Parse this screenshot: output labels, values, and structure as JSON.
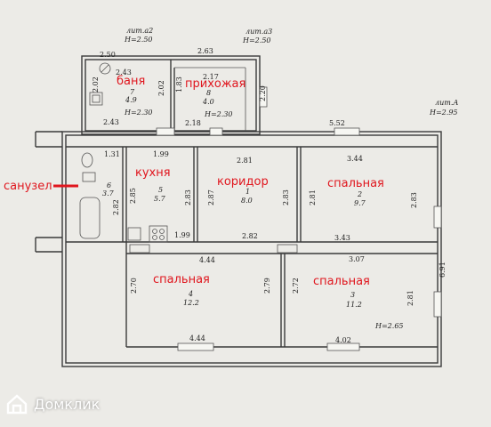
{
  "headers": {
    "lit_a2": "лит.а2",
    "h_a2": "H=2.50",
    "lit_a3": "лит.а3",
    "h_a3": "H=2.50",
    "lit_a": "лит.А",
    "h_a": "H=2.95"
  },
  "rooms": {
    "banya": "баня",
    "prihozhaya": "прихожая",
    "sanuzel": "санузел",
    "kuhnya": "кухня",
    "koridor": "коридор",
    "spalnaya_1": "спальная",
    "spalnaya_2": "спальная",
    "spalnaya_3": "спальная"
  },
  "room_numbers": {
    "r7": "7",
    "r7_area": "4.9",
    "r7_h": "H=2.30",
    "r8": "8",
    "r8_area": "4.0",
    "r8_h": "H=2.30",
    "r6": "6",
    "r6_area": "3.7",
    "r5": "5",
    "r5_area": "5.7",
    "r1": "1",
    "r1_area": "8.0",
    "r2": "2",
    "r2_area": "9.7",
    "r4": "4",
    "r4_area": "12.2",
    "r3": "3",
    "r3_area": "11.2",
    "r3_h": "H=2.65"
  },
  "dimensions": {
    "d_250": "2.50",
    "d_263": "2.63",
    "d_243a": "2.43",
    "d_217": "2.17",
    "d_202a": "2.02",
    "d_202b": "2.02",
    "d_183": "1.83",
    "d_220": "2.20",
    "d_243b": "2.43",
    "d_218": "2.18",
    "d_552": "5.52",
    "d_131": "1.31",
    "d_199a": "1.99",
    "d_281a": "2.81",
    "d_344": "3.44",
    "d_282": "2.82",
    "d_285": "2.85",
    "d_283a": "2.83",
    "d_287": "2.87",
    "d_283b": "2.83",
    "d_281b": "2.81",
    "d_283c": "2.83",
    "d_199b": "1.99",
    "d_282b": "2.82",
    "d_343": "3.43",
    "d_444a": "4.44",
    "d_307": "3.07",
    "d_691": "6.91",
    "d_270": "2.70",
    "d_279": "2.79",
    "d_272": "2.72",
    "d_281c": "2.81",
    "d_444b": "4.44",
    "d_402": "4.02"
  },
  "brand": {
    "name": "Домклик"
  }
}
